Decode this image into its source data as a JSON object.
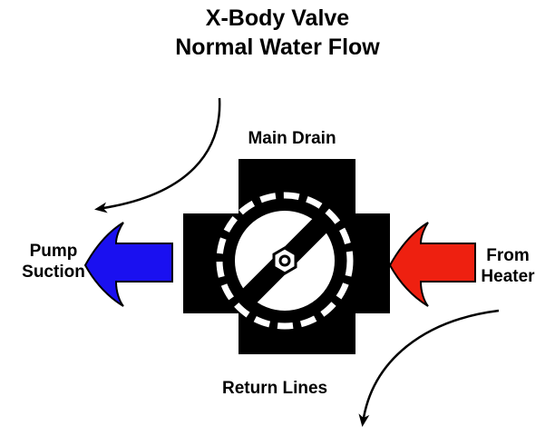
{
  "title": {
    "line1": "X-Body Valve",
    "line2": "Normal Water Flow"
  },
  "labels": {
    "main_drain": "Main Drain",
    "return_lines": "Return Lines",
    "pump_line1": "Pump",
    "pump_line2": "Suction",
    "heater_line1": "From",
    "heater_line2": "Heater"
  },
  "colors": {
    "suction_arrow": "#1a10f0",
    "heater_arrow": "#ee2010",
    "valve_body": "#000000",
    "outline": "#000000"
  },
  "icons": {
    "valve": "x-body-valve-icon",
    "suction_arrow": "arrow-left-icon",
    "heater_arrow": "arrow-left-icon",
    "curve_top": "curved-arrow-icon",
    "curve_bottom": "curved-arrow-icon"
  }
}
